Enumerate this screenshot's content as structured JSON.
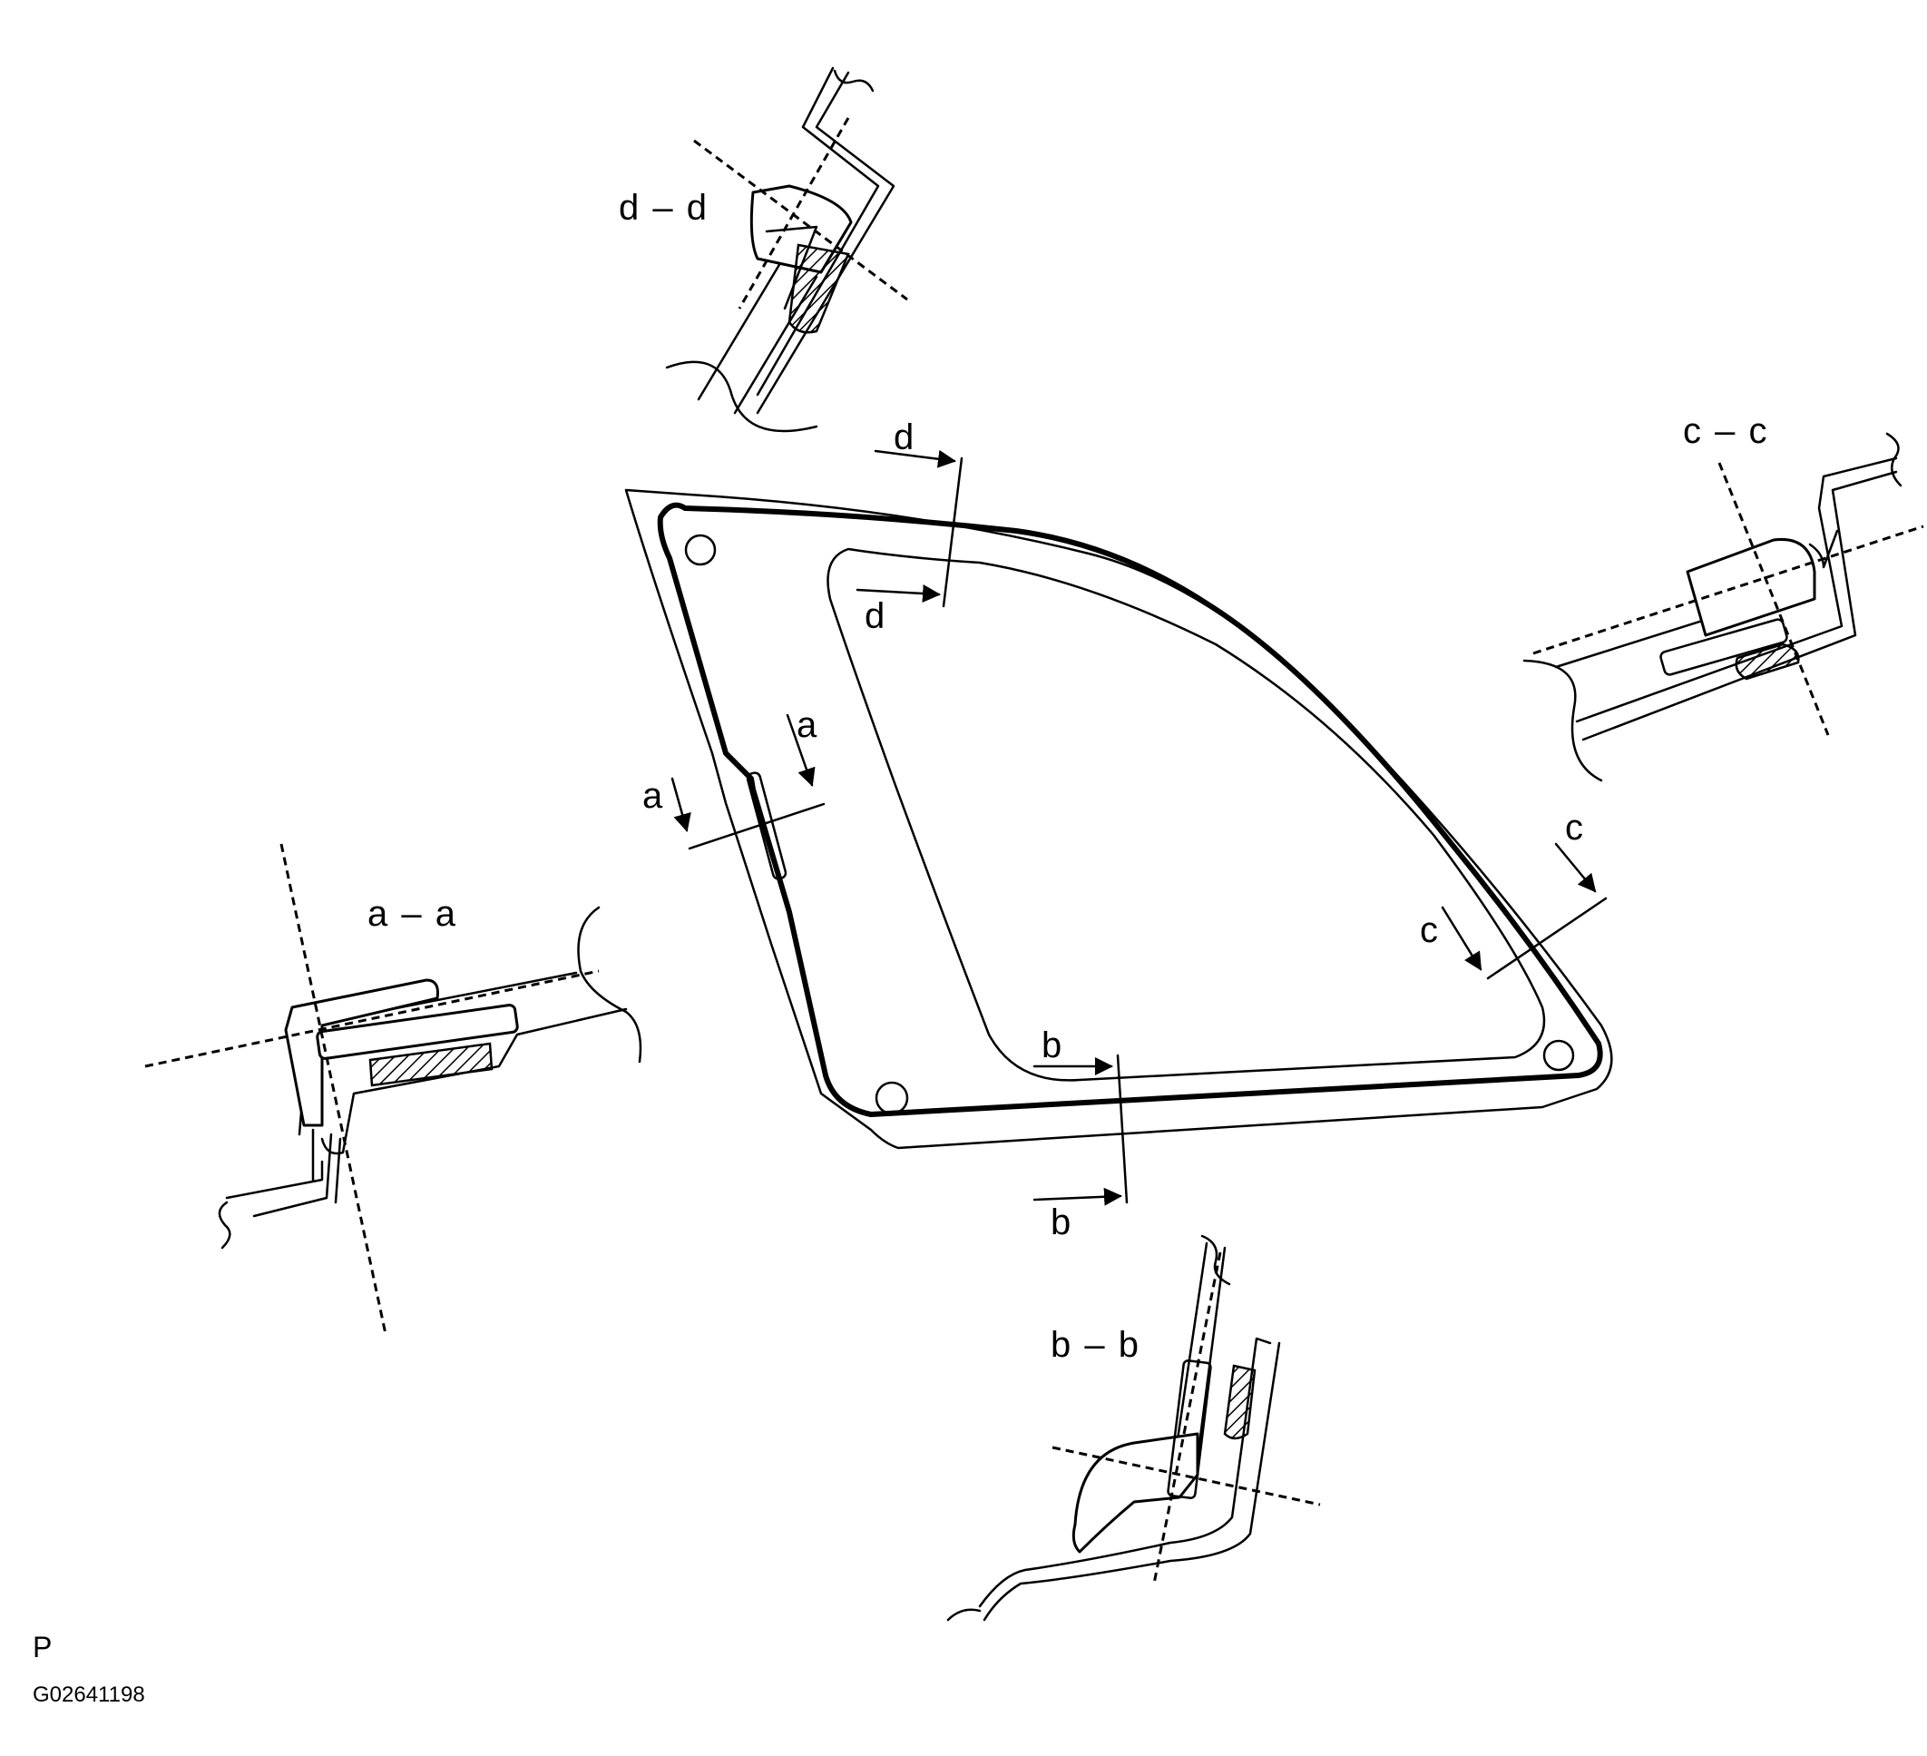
{
  "figure": {
    "page_letter": "P",
    "figure_id": "G02641198"
  },
  "sections": {
    "a": {
      "title": "a – a",
      "arrow_letter": "a"
    },
    "b": {
      "title": "b – b",
      "arrow_letter": "b"
    },
    "c": {
      "title": "c – c",
      "arrow_letter": "c"
    },
    "d": {
      "title": "d – d",
      "arrow_letter": "d"
    }
  }
}
